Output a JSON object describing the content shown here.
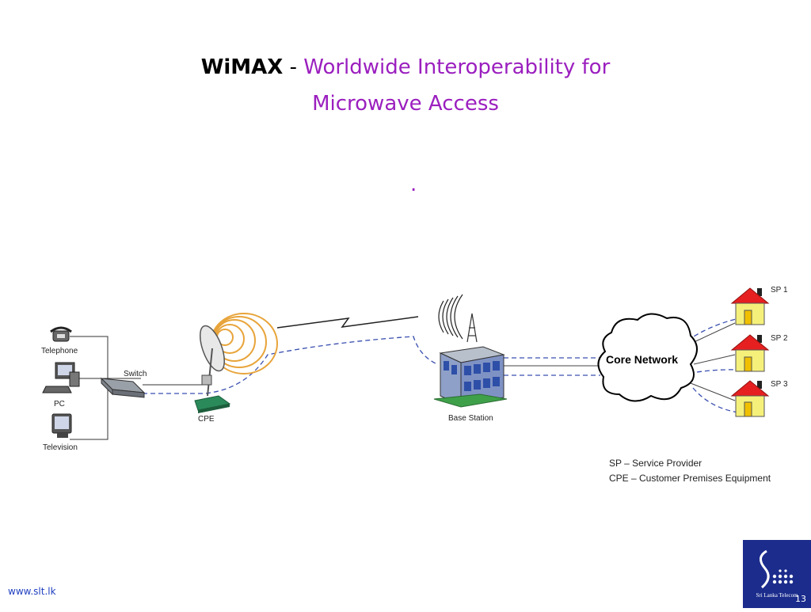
{
  "title": {
    "abbr": "WiMAX",
    "separator": "-",
    "line1": "Worldwide Interoperability for",
    "line2": "Microwave  Access",
    "dot": "."
  },
  "nodes": {
    "telephone": "Telephone",
    "pc": "PC",
    "television": "Television",
    "switch": "Switch",
    "cpe": "CPE",
    "base_station": "Base Station",
    "core_network": "Core Network",
    "sp1": "SP 1",
    "sp2": "SP 2",
    "sp3": "SP 3"
  },
  "legend": {
    "sp": "SP – Service Provider",
    "cpe": "CPE – Customer Premises Equipment"
  },
  "footer": {
    "url": "www.slt.lk",
    "logo_text": "Sri Lanka Telecom",
    "page": "13"
  },
  "colors": {
    "title_accent": "#9b1fbf",
    "dashed_link": "#3a4fb0",
    "house_roof": "#e62020",
    "house_wall": "#f5f07a",
    "logo_bg": "#1b2c8c"
  }
}
